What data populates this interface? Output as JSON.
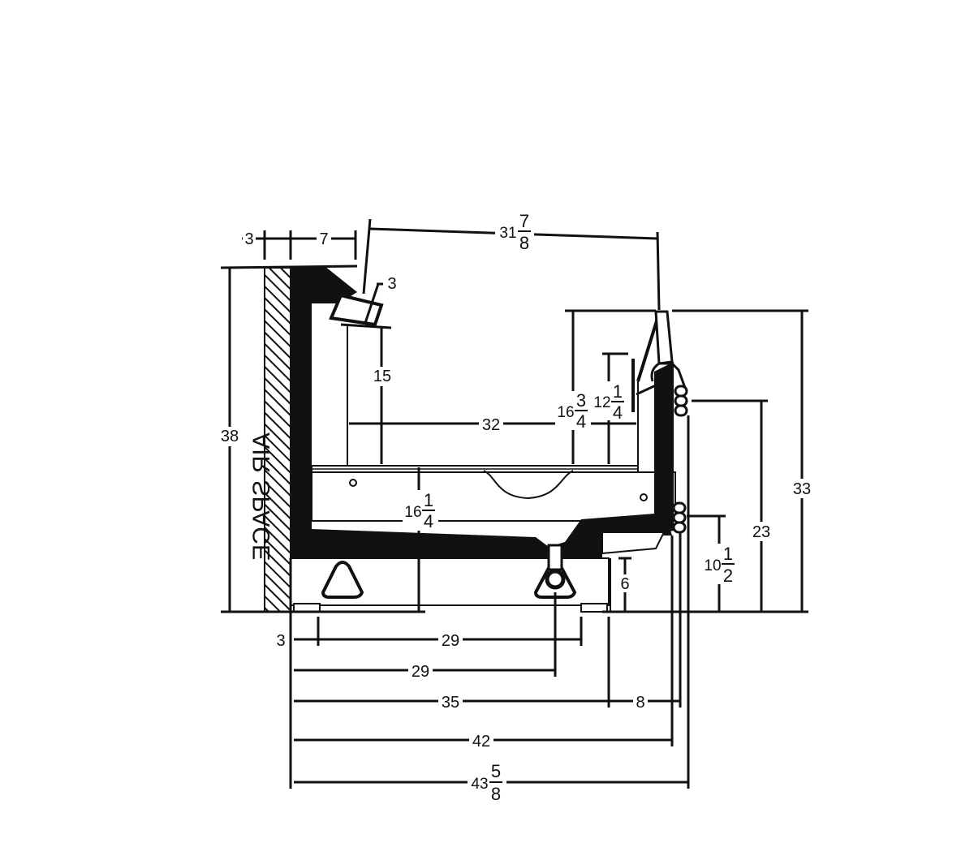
{
  "drawing": {
    "wall_label": "AIR SPACE",
    "colors": {
      "ink": "#111111",
      "paper": "#ffffff"
    },
    "dimensions": {
      "wall_gap": "3",
      "top_return": "7",
      "top_span": {
        "whole": "31",
        "num": "7",
        "den": "8"
      },
      "deflector": "3",
      "upper_opening": "15",
      "overall_height": "38",
      "shelf_depth": "32",
      "rear_riser": {
        "whole": "16",
        "num": "3",
        "den": "4"
      },
      "front_glass": {
        "whole": "12",
        "num": "1",
        "den": "4"
      },
      "tank_depth": {
        "whole": "16",
        "num": "1",
        "den": "4"
      },
      "front_height": "33",
      "bumper_upper": "23",
      "bumper_lower": {
        "whole": "10",
        "num": "1",
        "den": "2"
      },
      "foot_height": "6",
      "left_offset": "3",
      "base_width": "29",
      "drain_offset": "29",
      "leg_span": "35",
      "overhang": "8",
      "body_width": "42",
      "overall_width": {
        "whole": "43",
        "num": "5",
        "den": "8"
      }
    }
  }
}
